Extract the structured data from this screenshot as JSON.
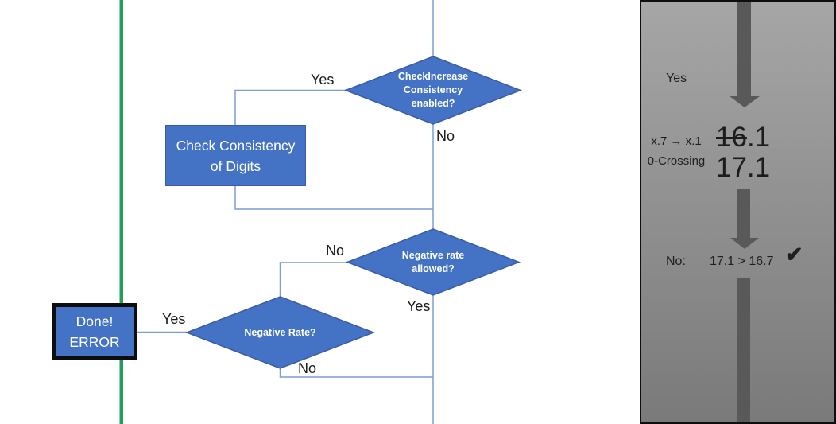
{
  "colors": {
    "shape_fill": "#4472C4",
    "shape_border": "#3A5BA9",
    "connector": "#7E9CD3",
    "green_line": "#1CA05A",
    "arrow_gray": "#595959",
    "panel_top": "#A6A6A6",
    "panel_bottom": "#7A7A7A"
  },
  "flowchart": {
    "decision_top": "CheckIncrease\nConsistency\nenabled?",
    "process_box": "Check Consistency\nof Digits",
    "decision_mid": "Negative rate\nallowed?",
    "decision_bottom": "Negative Rate?",
    "terminal_box": "Done!\nERROR",
    "labels": {
      "top_yes": "Yes",
      "top_no": "No",
      "mid_no": "No",
      "mid_yes": "Yes",
      "bottom_yes": "Yes",
      "bottom_no": "No"
    }
  },
  "panel": {
    "yes_label": "Yes",
    "rule_line1": "x.7 → x.1",
    "rule_line2": "0-Crossing",
    "old_value_struck": "16",
    "old_value_rest": ".1",
    "new_value": "17.1",
    "result_label": "No:",
    "comparison": "17.1 > 16.7",
    "check_icon": "✔"
  }
}
